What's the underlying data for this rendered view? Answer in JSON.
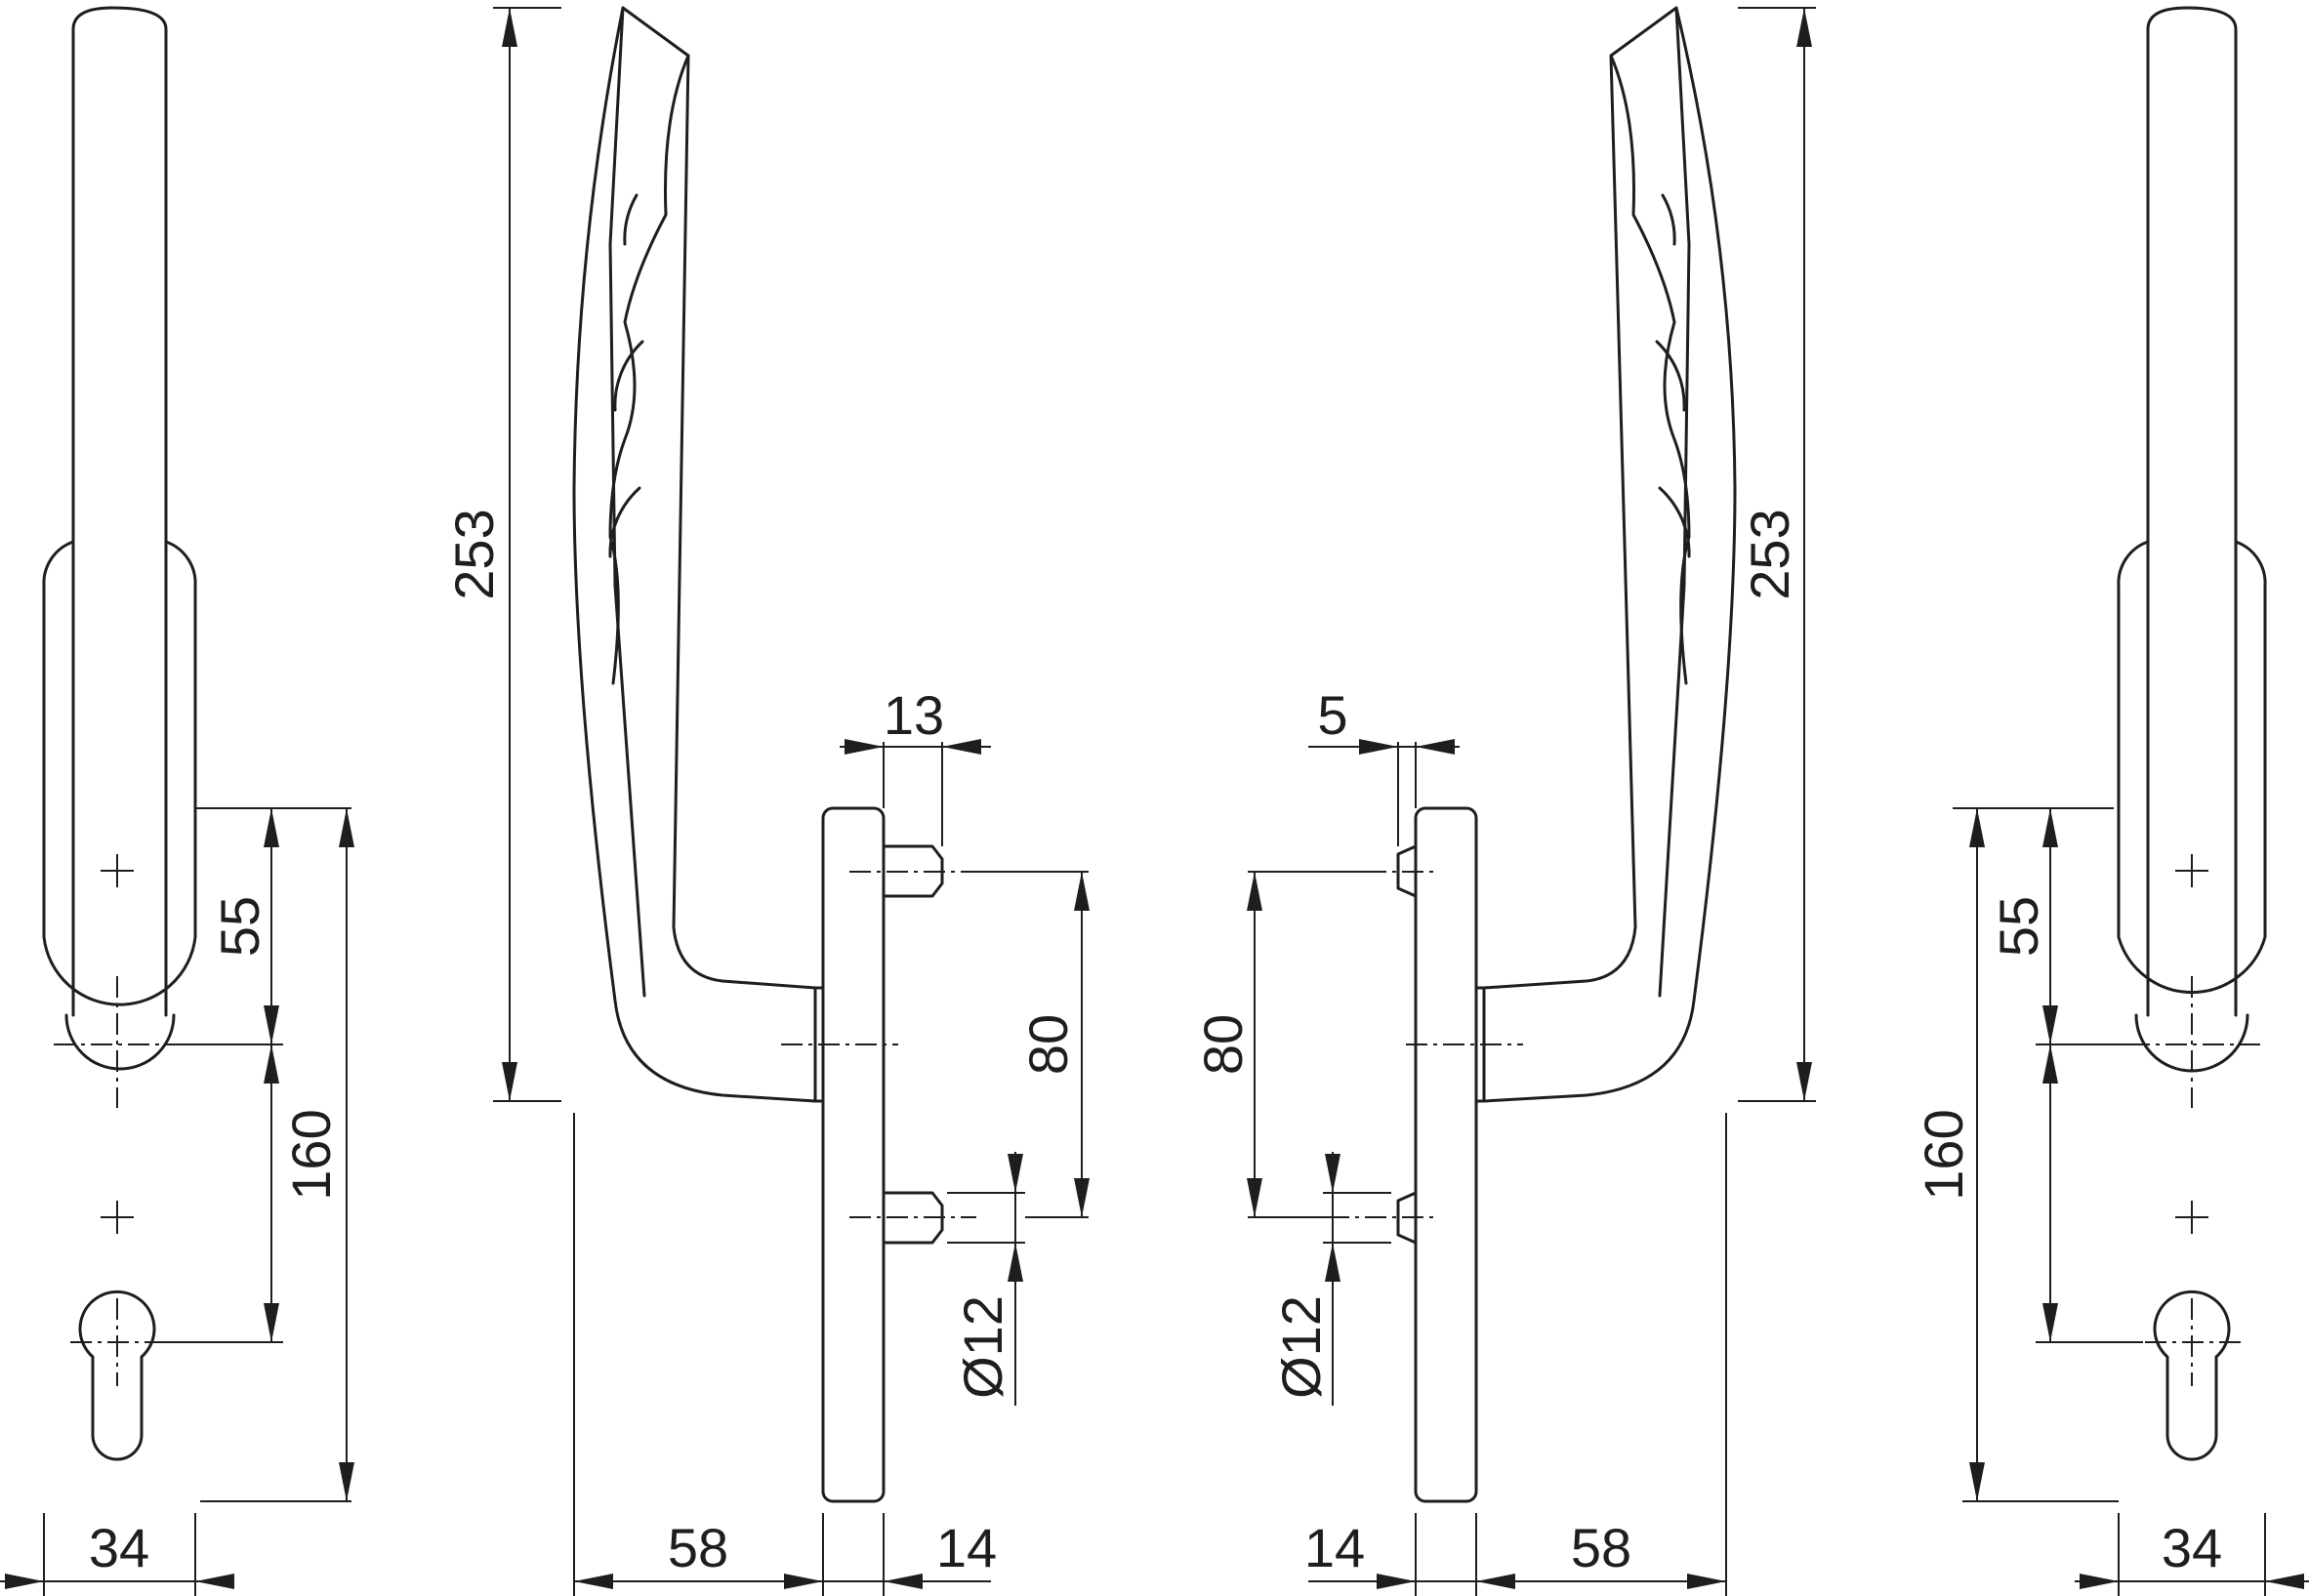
{
  "dimensions": {
    "left_front_width": "34",
    "left_front_spindle_to_top": "55",
    "left_front_plate_length": "160",
    "left_side_height": "253",
    "left_side_offset": "58",
    "left_side_plate": "14",
    "left_side_boss": "13",
    "left_side_screw_spacing": "80",
    "left_side_screw_dia": "Ø12",
    "right_side_boss": "5",
    "right_side_screw_spacing": "80",
    "right_side_screw_dia": "Ø12",
    "right_side_height": "253",
    "right_side_plate": "14",
    "right_side_offset": "58",
    "right_front_width": "34",
    "right_front_spindle_to_top": "55",
    "right_front_plate_length": "160"
  },
  "colors": {
    "line": "#1e1e1e",
    "background": "#ffffff"
  }
}
